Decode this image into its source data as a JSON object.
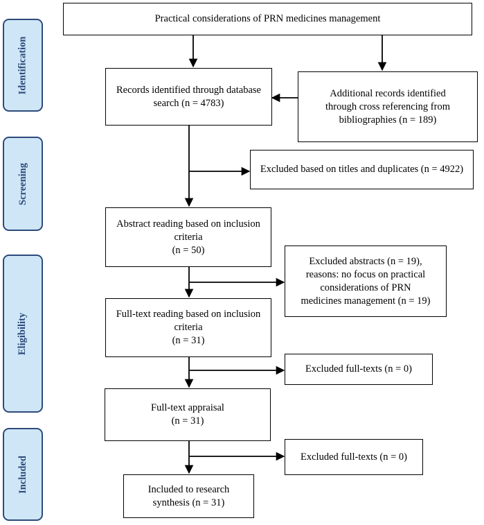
{
  "stages": {
    "identification": "Identification",
    "screening": "Screening",
    "eligibility": "Eligibility",
    "included": "Included"
  },
  "boxes": {
    "topic": [
      "Practical considerations of PRN medicines management"
    ],
    "database": [
      "Records identified through database",
      "search (n = 4783)"
    ],
    "additional": [
      "Additional records identified",
      "through cross referencing from",
      "bibliographies (n = 189)"
    ],
    "excluded_titles": [
      "Excluded based on titles and duplicates (n = 4922)"
    ],
    "abstract": [
      "Abstract reading based on inclusion",
      "criteria",
      "(n = 50)"
    ],
    "excluded_abstracts": [
      "Excluded abstracts (n = 19),",
      "reasons: no focus on practical",
      "considerations of PRN",
      "medicines management (n = 19)"
    ],
    "fulltext": [
      "Full-text reading based on inclusion",
      "criteria",
      "(n = 31)"
    ],
    "excluded_fulltexts_1": [
      "Excluded full-texts (n = 0)"
    ],
    "appraisal": [
      "Full-text appraisal",
      "(n = 31)"
    ],
    "excluded_fulltexts_2": [
      "Excluded full-texts (n = 0)"
    ],
    "included": [
      "Included to research",
      "synthesis (n = 31)"
    ]
  },
  "colors": {
    "stage_fill": "#cfe6f7",
    "stage_border": "#2d4a7a",
    "stage_text": "#2d4a7a",
    "line": "#000000"
  }
}
